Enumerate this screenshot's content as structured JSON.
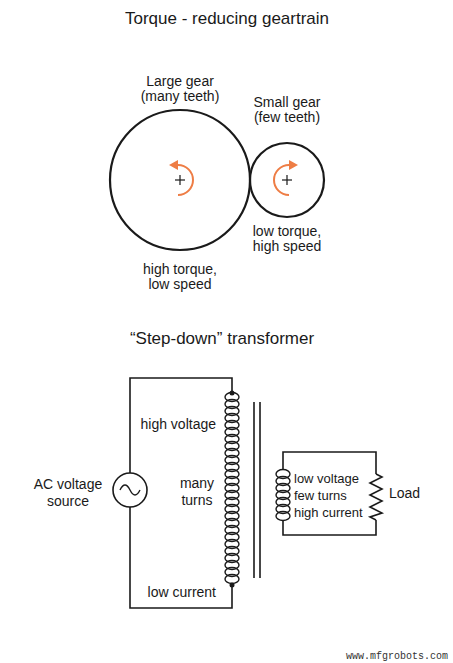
{
  "diagram": {
    "nodes": [
      {
        "text": [
          "Large gear (many teeth)",
          "high torque, low speed"
        ]
      },
      {
        "text": [
          "Small gear (few teeth)",
          "low torque, high speed"
        ]
      }
    ],
    "labels": [
      "Torque - reducing geartrain",
      "“Step-down” transformer",
      "AC voltage source",
      "high voltage",
      "many turns",
      "low current",
      "low voltage",
      "few turns",
      "high current",
      "Load",
      "www.mfgrobots.com"
    ]
  }
}
